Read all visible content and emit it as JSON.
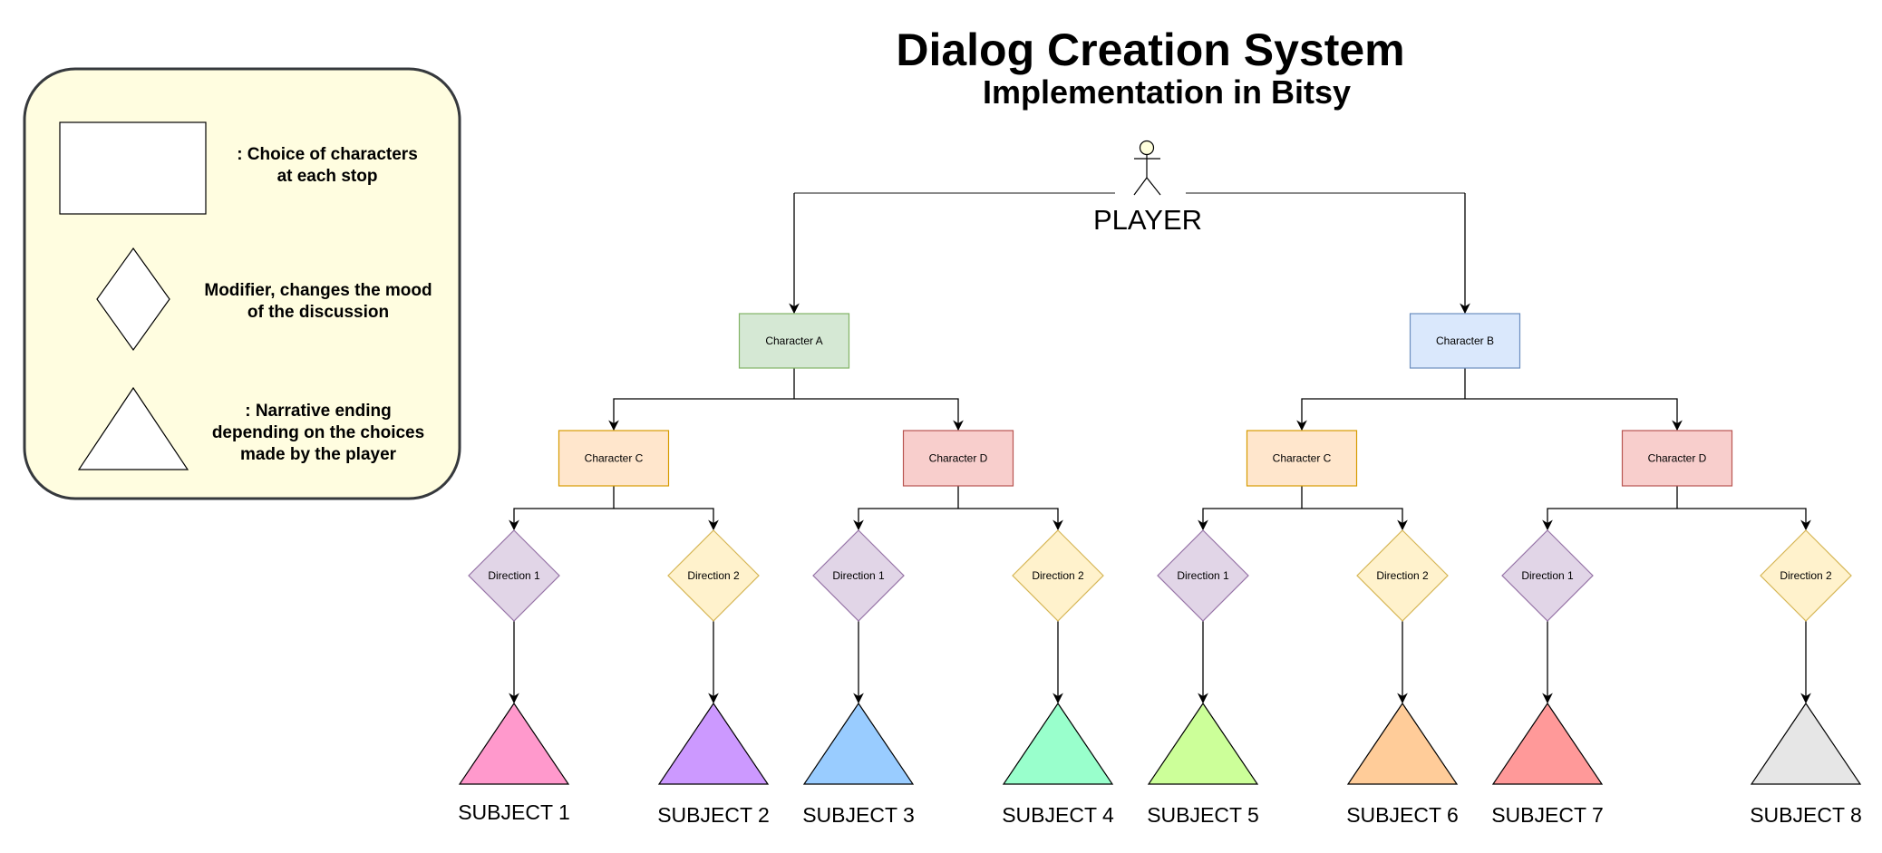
{
  "title": "Dialog Creation System",
  "subtitle": "Implementation in Bitsy",
  "player": {
    "label": "PLAYER",
    "head_color": "#FFFFDD"
  },
  "legend": {
    "background": "#FFFDE0",
    "border_color": "#36393D",
    "items": [
      {
        "shape": "rectangle",
        "lines": [
          ": Choice of characters",
          "at each stop"
        ]
      },
      {
        "shape": "diamond",
        "lines": [
          "Modifier, changes the mood",
          "of the discussion"
        ]
      },
      {
        "shape": "triangle",
        "lines": [
          ": Narrative ending",
          "depending on the choices",
          "made by the player"
        ]
      }
    ]
  },
  "styles": {
    "green": {
      "fill": "#D5E8D4",
      "stroke": "#82B366"
    },
    "blue": {
      "fill": "#DAE8FC",
      "stroke": "#6C8EBF"
    },
    "orange": {
      "fill": "#FFE6CC",
      "stroke": "#D79B00"
    },
    "red": {
      "fill": "#F8CECC",
      "stroke": "#B85450"
    },
    "purple": {
      "fill": "#E1D5E7",
      "stroke": "#9673A6"
    },
    "yellow": {
      "fill": "#FFF2CC",
      "stroke": "#D6B656"
    }
  },
  "tree": {
    "level1": [
      {
        "id": "A",
        "label": "Character A",
        "style": "green"
      },
      {
        "id": "B",
        "label": "Character B",
        "style": "blue"
      }
    ],
    "level2": [
      {
        "id": "AC",
        "parent": "A",
        "label": "Character C",
        "style": "orange"
      },
      {
        "id": "AD",
        "parent": "A",
        "label": "Character D",
        "style": "red"
      },
      {
        "id": "BC",
        "parent": "B",
        "label": "Character C",
        "style": "orange"
      },
      {
        "id": "BD",
        "parent": "B",
        "label": "Character D",
        "style": "red"
      }
    ],
    "directions": [
      {
        "parent": "AC",
        "label": "Direction 1",
        "style": "purple"
      },
      {
        "parent": "AC",
        "label": "Direction 2",
        "style": "yellow"
      },
      {
        "parent": "AD",
        "label": "Direction 1",
        "style": "purple"
      },
      {
        "parent": "AD",
        "label": "Direction 2",
        "style": "yellow"
      },
      {
        "parent": "BC",
        "label": "Direction 1",
        "style": "purple"
      },
      {
        "parent": "BC",
        "label": "Direction 2",
        "style": "yellow"
      },
      {
        "parent": "BD",
        "label": "Direction 1",
        "style": "purple"
      },
      {
        "parent": "BD",
        "label": "Direction 2",
        "style": "yellow"
      }
    ],
    "subjects": [
      {
        "label": "SUBJECT 1",
        "color": "#FF99CC"
      },
      {
        "label": "SUBJECT 2",
        "color": "#CC99FF"
      },
      {
        "label": "SUBJECT 3",
        "color": "#99CCFF"
      },
      {
        "label": "SUBJECT 4",
        "color": "#99FFCC"
      },
      {
        "label": "SUBJECT 5",
        "color": "#CCFF99"
      },
      {
        "label": "SUBJECT 6",
        "color": "#FFCC99"
      },
      {
        "label": "SUBJECT 7",
        "color": "#FF9999"
      },
      {
        "label": "SUBJECT 8",
        "color": "#E6E6E6"
      }
    ]
  }
}
